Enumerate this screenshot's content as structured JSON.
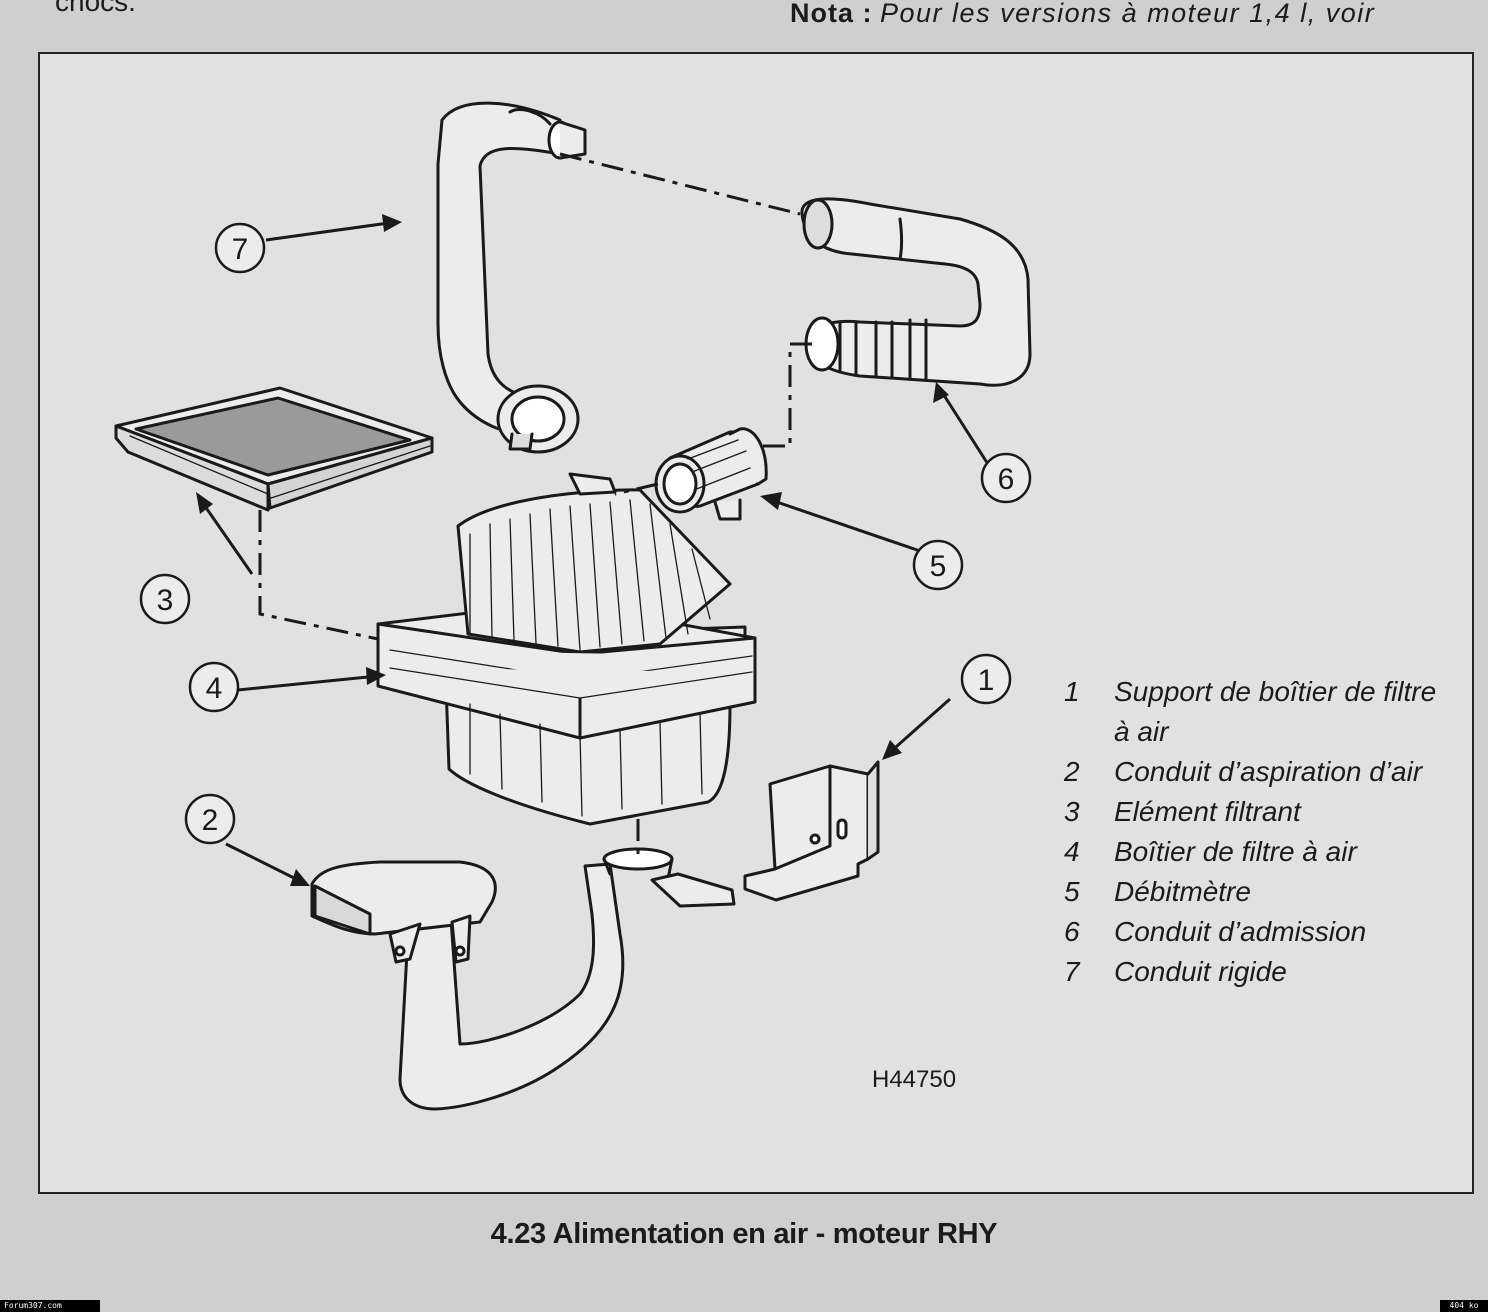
{
  "page": {
    "top_left_text": "chocs.",
    "nota_label": "Nota :",
    "nota_text": "Pour les versions à moteur 1,4 l, voir",
    "figure_code": "H44750",
    "caption": "4.23 Alimentation en air - moteur RHY",
    "footer_left": "Forum307.com",
    "footer_right": "404 ko"
  },
  "callouts": [
    "1",
    "2",
    "3",
    "4",
    "5",
    "6",
    "7"
  ],
  "legend": [
    {
      "num": "1",
      "text": "Support de boîtier de filtre à air"
    },
    {
      "num": "2",
      "text": "Conduit d’aspiration d’air"
    },
    {
      "num": "3",
      "text": "Elément filtrant"
    },
    {
      "num": "4",
      "text": "Boîtier de filtre à air"
    },
    {
      "num": "5",
      "text": "Débitmètre"
    },
    {
      "num": "6",
      "text": "Conduit d’admission"
    },
    {
      "num": "7",
      "text": "Conduit rigide"
    }
  ]
}
